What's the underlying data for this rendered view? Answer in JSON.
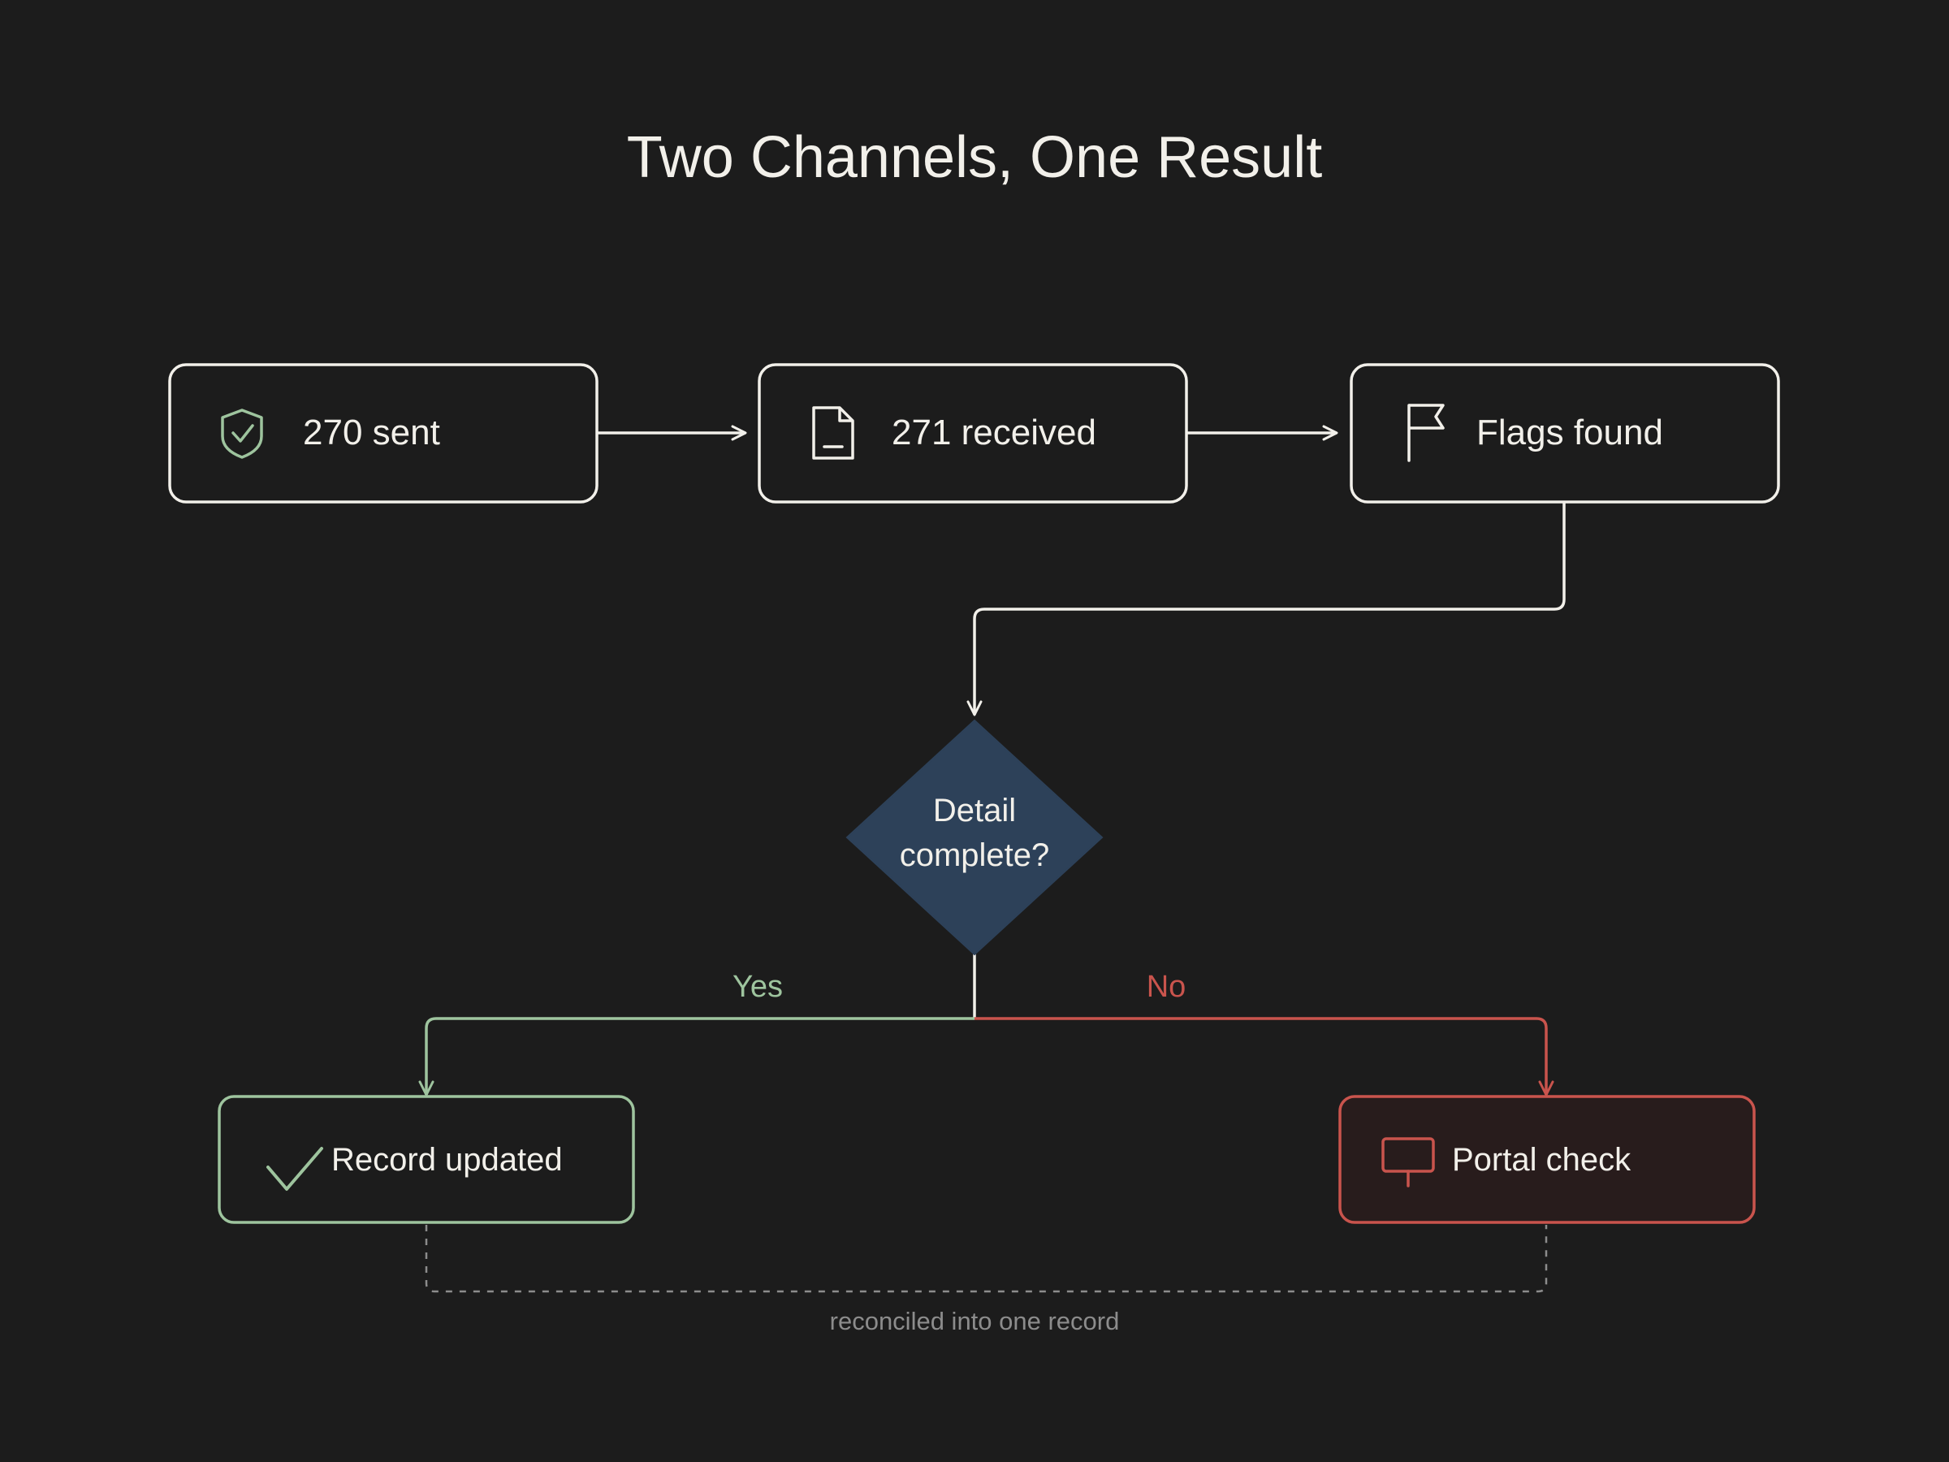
{
  "title": "Two Channels, One Result",
  "nodes": {
    "sent": {
      "label": "270 sent",
      "icon": "shield-check-icon"
    },
    "received": {
      "label": "271 received",
      "icon": "document-icon"
    },
    "flags": {
      "label": "Flags found",
      "icon": "flag-icon"
    },
    "decision": {
      "line1": "Detail",
      "line2": "complete?"
    },
    "updated": {
      "label": "Record updated",
      "icon": "check-icon"
    },
    "portal": {
      "label": "Portal check",
      "icon": "monitor-icon"
    }
  },
  "branches": {
    "yes": "Yes",
    "no": "No"
  },
  "footer_note": "reconciled into one record",
  "colors": {
    "background": "#1c1c1c",
    "stroke": "#f2f0ea",
    "green": "#9ec49e",
    "red": "#c9544d",
    "decision_fill": "#2d4159",
    "portal_fill": "#281c1c",
    "muted": "#8c8c8c"
  }
}
